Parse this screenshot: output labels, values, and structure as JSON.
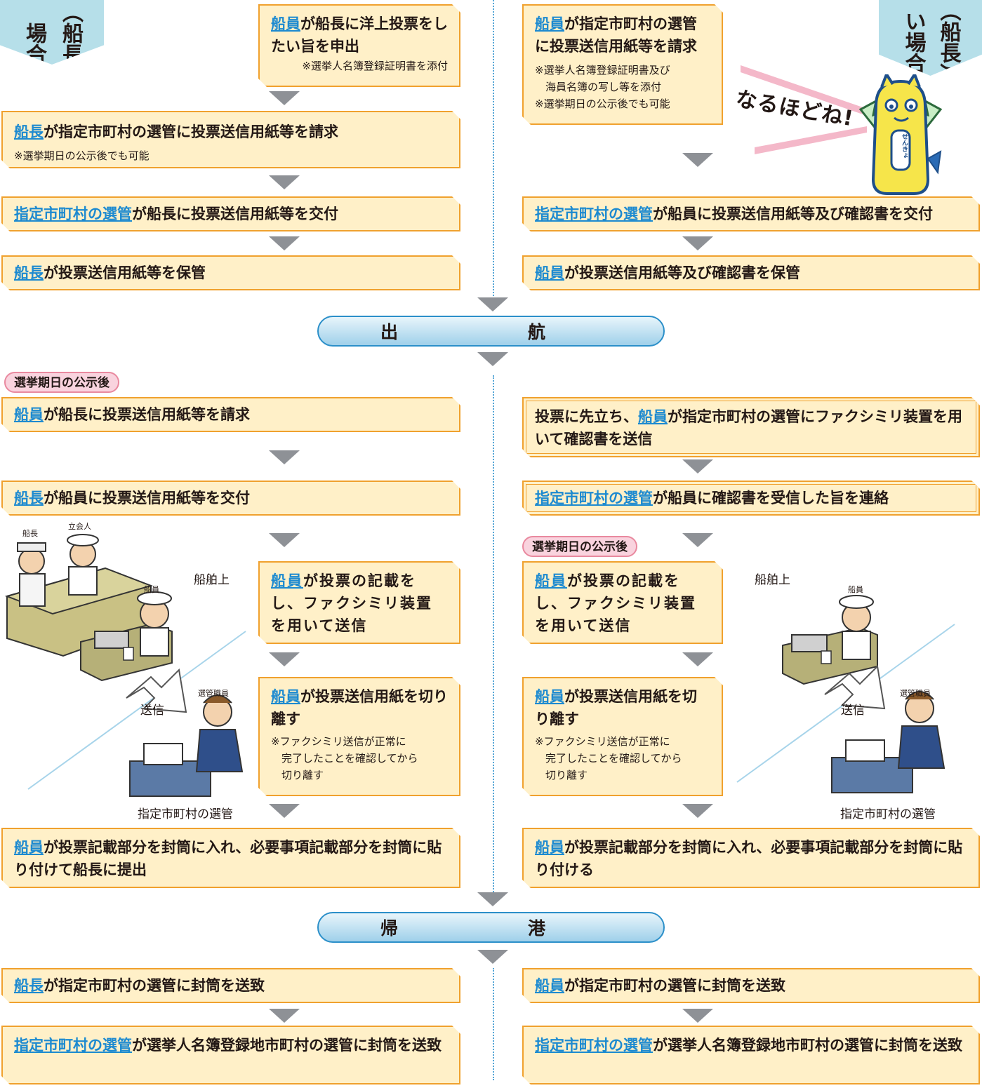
{
  "side_labels": {
    "left": [
      "場合",
      "（船長）"
    ],
    "right": [
      "い場合",
      "（船長）"
    ]
  },
  "links": {
    "crew": "船員",
    "captain": "船長",
    "designated": "指定市町村の選管"
  },
  "before": {
    "left": [
      {
        "text": "が船長に洋上投票をしたい旨を申出",
        "note": "※選挙人名簿登録証明書を添付"
      },
      {
        "text": "が指定市町村の選管に投票送信用紙等を請求",
        "note": "※選挙期日の公示後でも可能"
      },
      {
        "text": "が船長に投票送信用紙等を交付"
      },
      {
        "text": "が投票送信用紙等を保管"
      }
    ],
    "right": [
      {
        "text": "が指定市町村の選管に投票送信用紙等を請求",
        "note1": "※選挙人名簿登録証明書及び",
        "note2": "海員名簿の写し等を添付",
        "note3": "※選挙期日の公示後でも可能"
      },
      {
        "text": "が船員に投票送信用紙等及び確認書を交付"
      },
      {
        "text": "が投票送信用紙等及び確認書を保管"
      }
    ]
  },
  "mascot": {
    "speech": "なるほどね!",
    "badge": "せんきょ"
  },
  "phase1": "出　航",
  "phase2": "帰　港",
  "after_notice_tag": "選挙期日の公示後",
  "voyage": {
    "left": [
      {
        "text": "が船長に投票送信用紙等を請求"
      },
      {
        "text": "が船員に投票送信用紙等を交付"
      },
      {
        "text": "が投票の記載をし、ファクシミリ装置を用いて送信"
      },
      {
        "text": "が投票送信用紙を切り離す",
        "note1": "※ファクシミリ送信が正常に",
        "note2": "完了したことを確認してから",
        "note3": "切り離す"
      },
      {
        "text": "が投票記載部分を封筒に入れ、必要事項記載部分を封筒に貼り付けて船長に提出"
      }
    ],
    "right": [
      {
        "pre": "投票に先立ち、",
        "text": "が指定市町村の選管にファクシミリ装置を用いて確認書を送信"
      },
      {
        "text": "が船員に確認書を受信した旨を連絡"
      },
      {
        "text": "が投票の記載をし、ファクシミリ装置を用いて送信"
      },
      {
        "text": "が投票送信用紙を切り離す",
        "note1": "※ファクシミリ送信が正常に",
        "note2": "完了したことを確認してから",
        "note3": "切り離す"
      },
      {
        "text": "が投票記載部分を封筒に入れ、必要事項記載部分を封筒に貼り付ける"
      }
    ]
  },
  "illus": {
    "captain": "船長",
    "witness": "立会人",
    "crew": "船員",
    "onboard": "船舶上",
    "staff": "選管職員",
    "send": "送信",
    "office": "指定市町村の選管"
  },
  "return": {
    "left": [
      {
        "text": "が指定市町村の選管に封筒を送致"
      },
      {
        "text": "が選挙人名簿登録地市町村の選管に封筒を送致"
      }
    ],
    "right": [
      {
        "text": "が指定市町村の選管に封筒を送致"
      },
      {
        "text": "が選挙人名簿登録地市町村の選管に封筒を送致"
      }
    ]
  }
}
